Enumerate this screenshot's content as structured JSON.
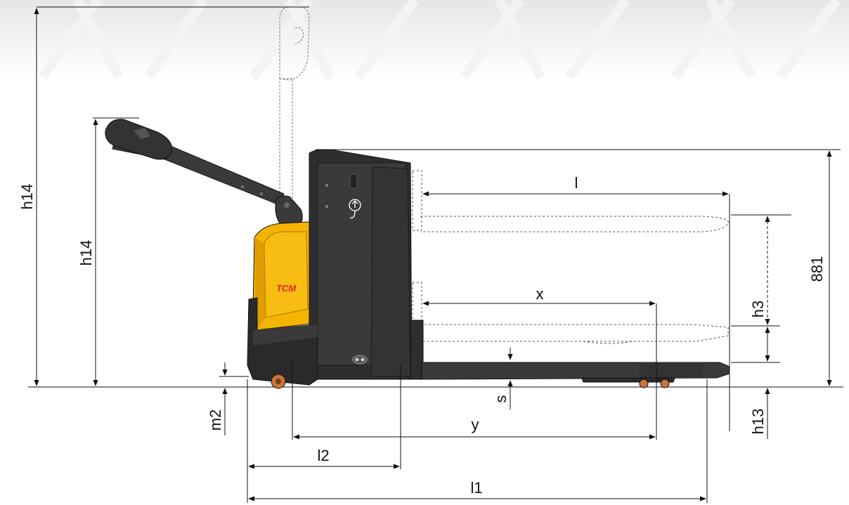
{
  "labels": {
    "h14_total": "h14",
    "h14_tiller": "h14",
    "l": "l",
    "x": "x",
    "y": "y",
    "l1": "l1",
    "l2": "l2",
    "s": "s",
    "m2": "m2",
    "h3": "h3",
    "h13": "h13",
    "height_value": "881"
  },
  "brand": {
    "logo": "TCM"
  },
  "colors": {
    "body": "#3a3a3a",
    "body_dark": "#2a2a2a",
    "cover_yellow": "#f5b400",
    "cover_shade": "#d49400",
    "logo_red": "#e5231b",
    "wheel": "#c9733a",
    "line": "#111111"
  }
}
